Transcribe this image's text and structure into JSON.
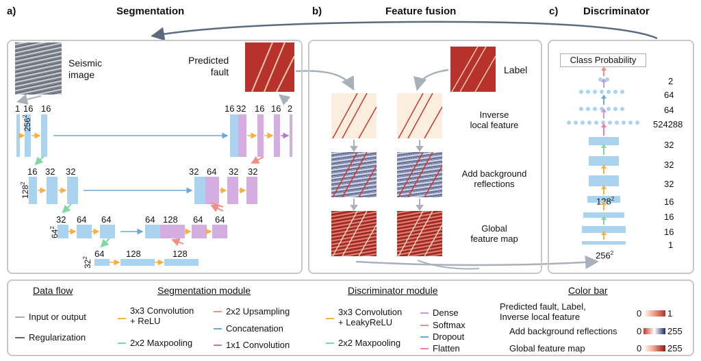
{
  "sections": {
    "a": {
      "letter": "a)",
      "title": "Segmentation"
    },
    "b": {
      "letter": "b)",
      "title": "Feature fusion"
    },
    "c": {
      "letter": "c)",
      "title": "Discriminator"
    }
  },
  "segmentation": {
    "seismic_label": "Seismic\nimage",
    "predicted_label": "Predicted\nfault",
    "enc_row1": [
      "1",
      "16",
      "16"
    ],
    "dec_row1": [
      "16",
      "32",
      "16",
      "16",
      "2"
    ],
    "size1": "256",
    "size1_sup": "2",
    "enc_row2": [
      "16",
      "32",
      "32"
    ],
    "dec_row2": [
      "32",
      "64",
      "32",
      "32"
    ],
    "size2": "128",
    "size2_sup": "2",
    "enc_row3": [
      "32",
      "64",
      "64"
    ],
    "dec_row3": [
      "64",
      "128",
      "64",
      "64"
    ],
    "size3": "64",
    "size3_sup": "2",
    "bottom_row": [
      "64",
      "128",
      "128"
    ],
    "size4": "32",
    "size4_sup": "2"
  },
  "fusion": {
    "label_text": "Label",
    "row1": "Inverse\nlocal feature",
    "row2": "Add background\nreflections",
    "row3": "Global\nfeature map"
  },
  "discriminator": {
    "class_prob": "Class Probability",
    "sizes": [
      "2",
      "64",
      "64",
      "524288",
      "32",
      "32",
      "32",
      "16",
      "16",
      "16",
      "1"
    ],
    "mid_size": "128",
    "mid_sup": "2",
    "bottom_size": "256",
    "bottom_sup": "2"
  },
  "legend": {
    "data_flow": {
      "title": "Data flow",
      "items": [
        "Input or output",
        "Regularization"
      ],
      "colors": [
        "#a8b0ba",
        "#5b6a7d"
      ]
    },
    "segmentation_module": {
      "title": "Segmentation module",
      "items": [
        "3x3 Convolution\n+ ReLU",
        "2x2 Maxpooling",
        "2x2 Upsampling",
        "Concatenation",
        "1x1 Convolution"
      ],
      "colors": [
        "#f5b041",
        "#7fd8a2",
        "#f08e85",
        "#6fa8d6",
        "#b07cc6"
      ]
    },
    "discriminator_module": {
      "title": "Discriminator module",
      "items": [
        "3x3 Convolution\n+ LeakyReLU",
        "2x2 Maxpooling",
        "Dense",
        "Softmax",
        "Dropout",
        "Flatten"
      ],
      "colors": [
        "#f5b041",
        "#7fd8a2",
        "#c69ae0",
        "#f08e85",
        "#6fa8d6",
        "#f07fa4"
      ]
    },
    "color_bar": {
      "title": "Color bar",
      "rows": [
        {
          "label": "Predicted fault, Label,\nInverse local feature",
          "min": "0",
          "max": "1"
        },
        {
          "label": "Add background reflections",
          "min": "0",
          "max": "255"
        },
        {
          "label": "Global feature map",
          "min": "0",
          "max": "255"
        }
      ]
    }
  }
}
